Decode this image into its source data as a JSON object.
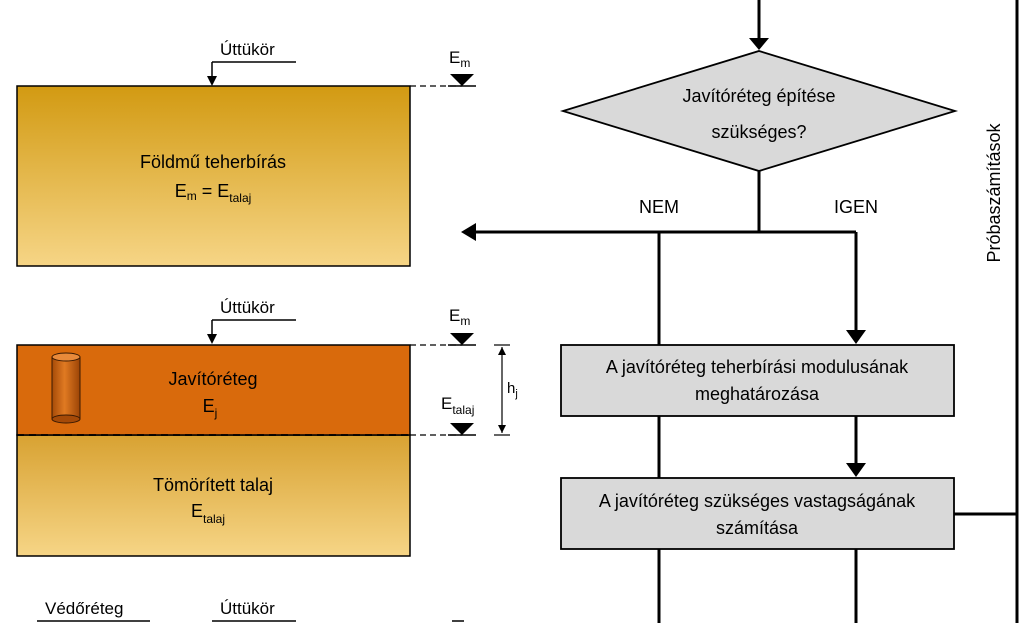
{
  "panel1": {
    "surface_label": "Úttükör",
    "modulus_marker": "E",
    "modulus_marker_sub": "m",
    "layer_title": "Földmű teherbírás",
    "equation_lhs": "E",
    "equation_lhs_sub": "m",
    "equation_mid": " = E",
    "equation_rhs_sub": "talaj"
  },
  "panel2": {
    "surface_label": "Úttükör",
    "modulus_marker": "E",
    "modulus_marker_sub": "m",
    "improvement_layer_title": "Javítóréteg",
    "improvement_modulus": "E",
    "improvement_modulus_sub": "j",
    "soil_marker": "E",
    "soil_marker_sub": "talaj",
    "thickness_label": "h",
    "thickness_label_sub": "j",
    "soil_layer_title": "Tömörített talaj",
    "soil_modulus": "E",
    "soil_modulus_sub": "talaj"
  },
  "panel3": {
    "protective_layer_label": "Védőréteg",
    "surface_label": "Úttükör"
  },
  "flowchart": {
    "decision_line1": "Javítóréteg építése",
    "decision_line2": "szükséges?",
    "branch_no": "NEM",
    "branch_yes": "IGEN",
    "step1_line1": "A javítóréteg teherbírási modulusának",
    "step1_line2": "meghatározása",
    "step2_line1": "A javítóréteg szükséges vastagságának",
    "step2_line2": "számítása",
    "side_label": "Próbaszámítások"
  },
  "colors": {
    "soil_gradient_top": "#D29A12",
    "soil_gradient_bottom": "#F6D586",
    "improvement_layer": "#D96A0C",
    "box_fill": "#D9D9D9",
    "line": "#000000"
  }
}
